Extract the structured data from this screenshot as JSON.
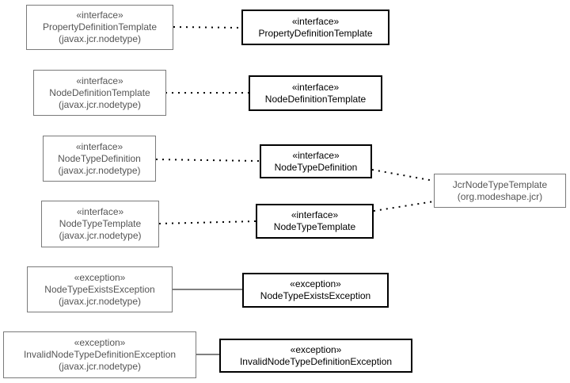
{
  "rows": [
    {
      "external": {
        "stereotype": "«interface»",
        "name": "PropertyDefinitionTemplate",
        "package": "(javax.jcr.nodetype)"
      },
      "local": {
        "stereotype": "«interface»",
        "name": "PropertyDefinitionTemplate"
      }
    },
    {
      "external": {
        "stereotype": "«interface»",
        "name": "NodeDefinitionTemplate",
        "package": "(javax.jcr.nodetype)"
      },
      "local": {
        "stereotype": "«interface»",
        "name": "NodeDefinitionTemplate"
      }
    },
    {
      "external": {
        "stereotype": "«interface»",
        "name": "NodeTypeDefinition",
        "package": "(javax.jcr.nodetype)"
      },
      "local": {
        "stereotype": "«interface»",
        "name": "NodeTypeDefinition"
      }
    },
    {
      "external": {
        "stereotype": "«interface»",
        "name": "NodeTypeTemplate",
        "package": "(javax.jcr.nodetype)"
      },
      "local": {
        "stereotype": "«interface»",
        "name": "NodeTypeTemplate"
      }
    },
    {
      "external": {
        "stereotype": "«exception»",
        "name": "NodeTypeExistsException",
        "package": "(javax.jcr.nodetype)"
      },
      "local": {
        "stereotype": "«exception»",
        "name": "NodeTypeExistsException"
      }
    },
    {
      "external": {
        "stereotype": "«exception»",
        "name": "InvalidNodeTypeDefinitionException",
        "package": "(javax.jcr.nodetype)"
      },
      "local": {
        "stereotype": "«exception»",
        "name": "InvalidNodeTypeDefinitionException"
      }
    }
  ],
  "impl": {
    "name": "JcrNodeTypeTemplate",
    "package": "(org.modeshape.jcr)"
  }
}
